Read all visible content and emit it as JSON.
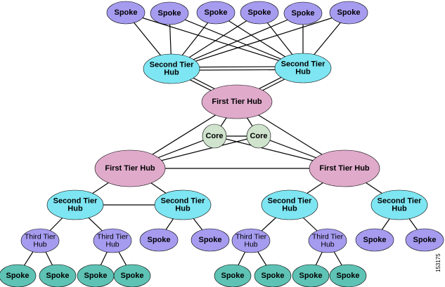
{
  "colors": {
    "spoke": "#a59cf0",
    "second_tier_hub": "#7ee6f2",
    "first_tier_hub": "#e0aacb",
    "core": "#cfe3cd",
    "third_tier_hub": "#a59cf0",
    "bottom_spoke": "#5ec3b5",
    "line": "#000000"
  },
  "labels": {
    "spoke": "Spoke",
    "second_tier_hub": [
      "Second Tier",
      "Hub"
    ],
    "first_tier_hub": "First Tier Hub",
    "core": "Core",
    "third_tier_hub": [
      "Third Tier",
      "Hub"
    ]
  },
  "figure_id": "153175"
}
